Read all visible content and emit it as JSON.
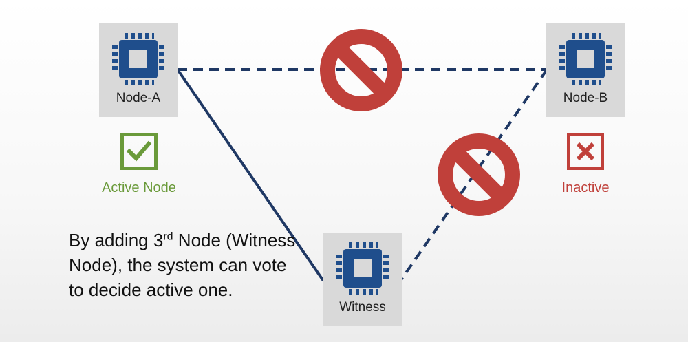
{
  "nodes": {
    "a": {
      "label": "Node-A"
    },
    "b": {
      "label": "Node-B"
    },
    "witness": {
      "label": "Witness"
    }
  },
  "status": {
    "a": {
      "text": "Active Node",
      "icon": "check-box-icon",
      "color": "#6a9a3a"
    },
    "b": {
      "text": "Inactive",
      "icon": "x-box-icon",
      "color": "#c0403a"
    }
  },
  "links": [
    {
      "from": "Node-A",
      "to": "Node-B",
      "style": "dashed",
      "blocked": true
    },
    {
      "from": "Node-B",
      "to": "Witness",
      "style": "dashed",
      "blocked": true
    },
    {
      "from": "Node-A",
      "to": "Witness",
      "style": "solid",
      "blocked": false
    }
  ],
  "caption": {
    "pre": "By adding 3",
    "sup": "rd",
    "post": " Node (Witness Node), the system can vote to decide active one."
  },
  "colors": {
    "chip": "#1f4e8c",
    "link": "#1f3864",
    "ban": "#c0403a",
    "node_bg": "#d9d9d9"
  }
}
